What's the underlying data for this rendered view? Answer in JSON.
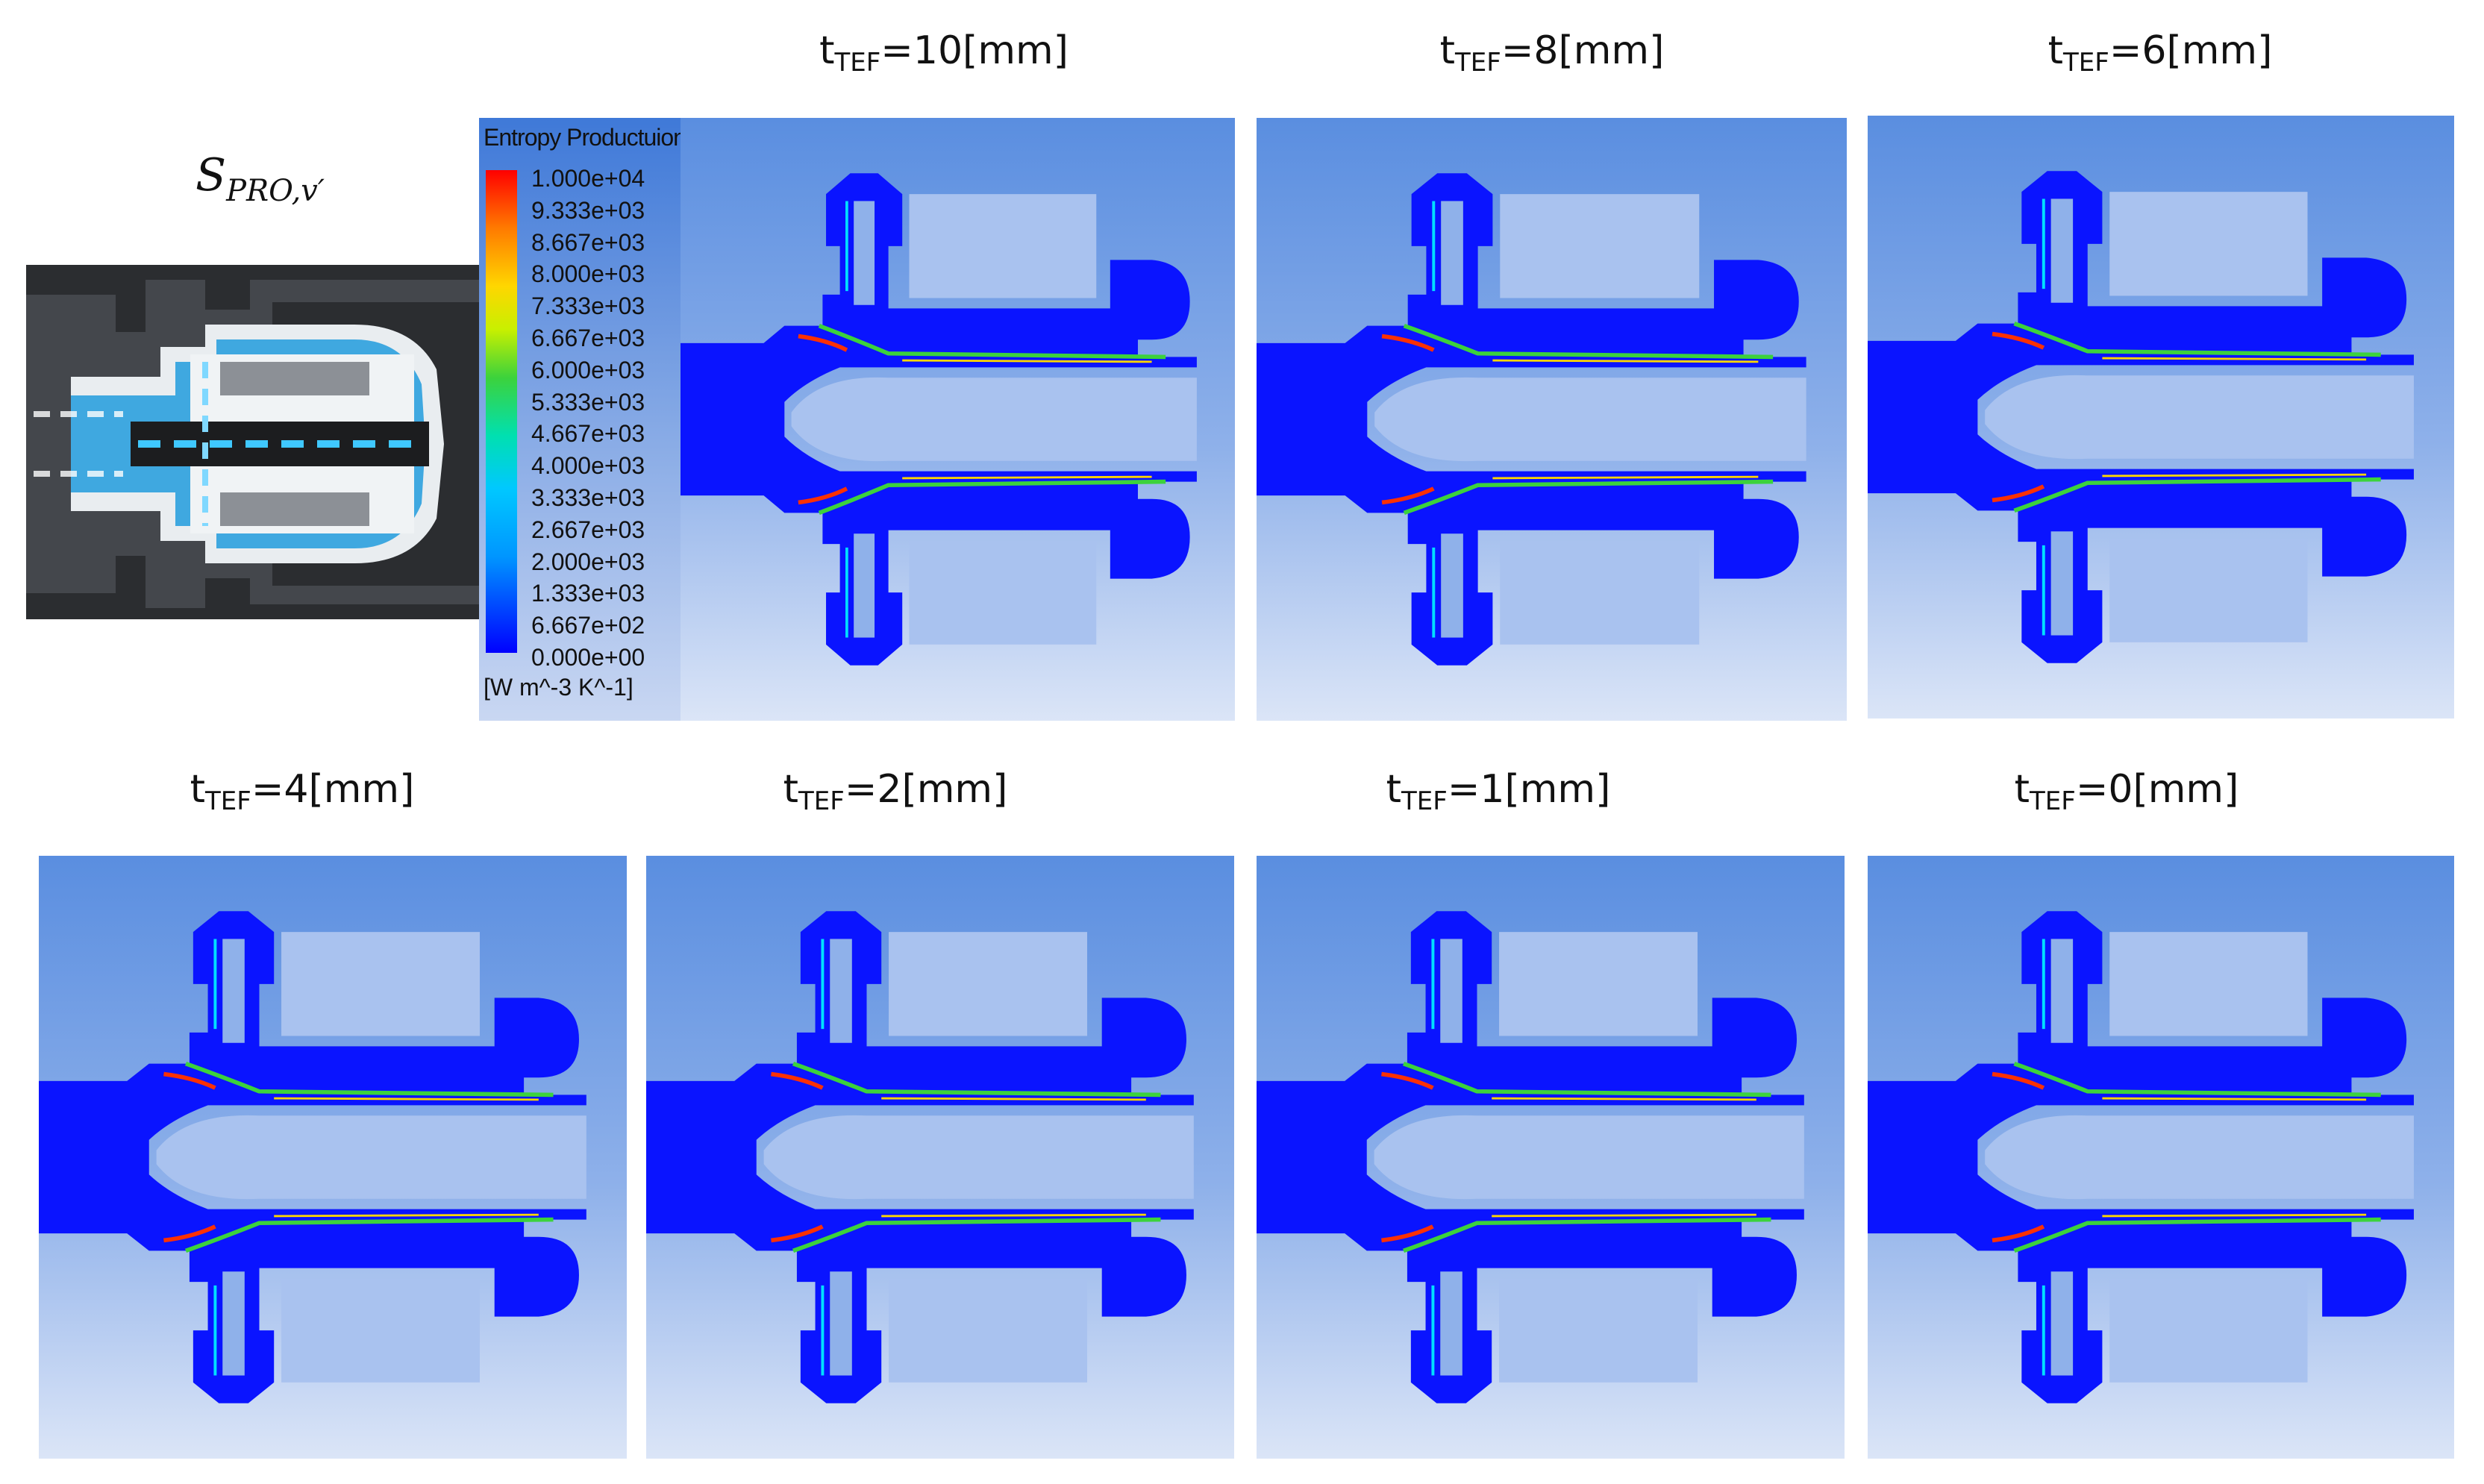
{
  "reference": {
    "label_main": "S",
    "label_sub": "PRO,v′"
  },
  "legend": {
    "title": "Entropy Productuion Rate",
    "values": [
      "1.000e+04",
      "9.333e+03",
      "8.667e+03",
      "8.000e+03",
      "7.333e+03",
      "6.667e+03",
      "6.000e+03",
      "5.333e+03",
      "4.667e+03",
      "4.000e+03",
      "3.333e+03",
      "2.667e+03",
      "2.000e+03",
      "1.333e+03",
      "6.667e+02",
      "0.000e+00"
    ],
    "unit": "[W m^-3 K^-1]",
    "colors": [
      "#ff0000",
      "#ff7a00",
      "#ffd600",
      "#3cd23c",
      "#00e0b0",
      "#00c8ff",
      "#0096ff",
      "#0000ff"
    ]
  },
  "panels": [
    {
      "prefix": "t",
      "sub": "TEF",
      "suffix": "=10[mm]"
    },
    {
      "prefix": "t",
      "sub": "TEF",
      "suffix": "=8[mm]"
    },
    {
      "prefix": "t",
      "sub": "TEF",
      "suffix": "=6[mm]"
    },
    {
      "prefix": "t",
      "sub": "TEF",
      "suffix": "=4[mm]"
    },
    {
      "prefix": "t",
      "sub": "TEF",
      "suffix": "=2[mm]"
    },
    {
      "prefix": "t",
      "sub": "TEF",
      "suffix": "=1[mm]"
    },
    {
      "prefix": "t",
      "sub": "TEF",
      "suffix": "=0[mm]"
    }
  ]
}
